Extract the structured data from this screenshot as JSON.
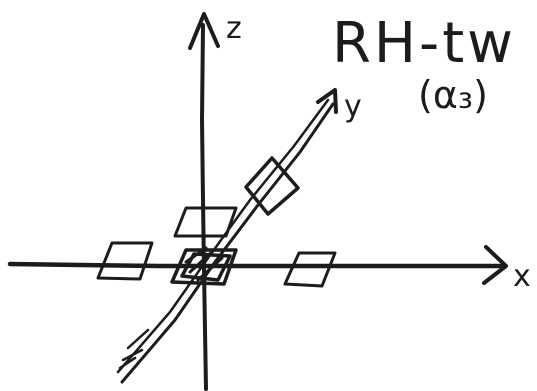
{
  "title": "RH-tw",
  "subtitle": "(α₃)",
  "axes": {
    "z_label": "z",
    "y_label": "y",
    "x_label": "x"
  },
  "colors": {
    "ink": "#1c1c1c",
    "paper": "#ffffff"
  }
}
